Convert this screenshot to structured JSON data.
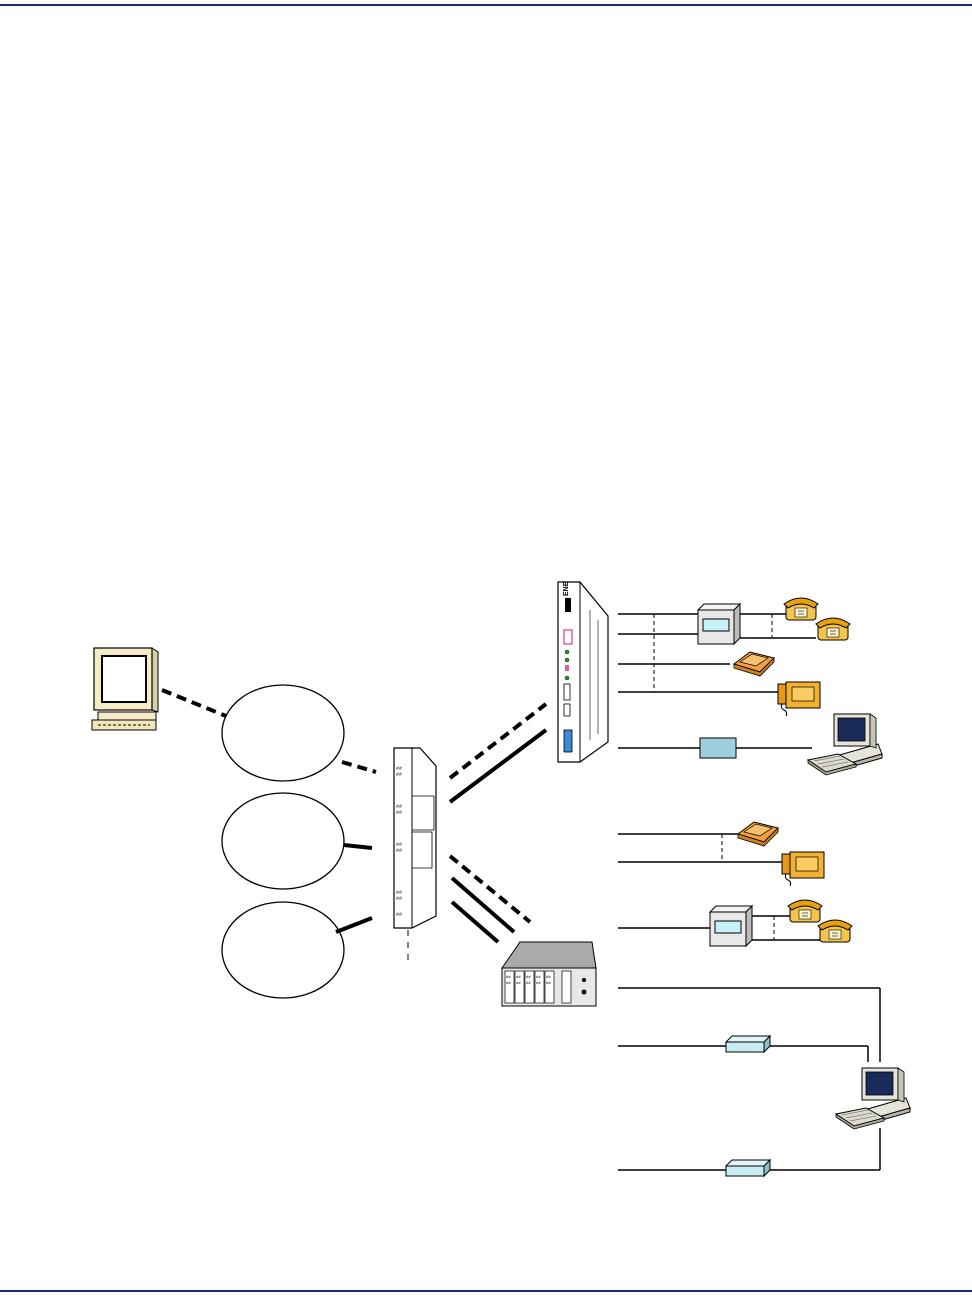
{
  "page": {
    "header_rule_color": "#1b2a6b",
    "footer_rule_color": "#1b2a6b"
  },
  "diagram": {
    "nodes": [
      {
        "id": "management-terminal",
        "kind": "terminal",
        "icon": "crt-terminal-icon"
      },
      {
        "id": "network-cloud-1",
        "kind": "ellipse",
        "label": ""
      },
      {
        "id": "network-cloud-2",
        "kind": "ellipse",
        "label": ""
      },
      {
        "id": "network-cloud-3",
        "kind": "ellipse",
        "label": ""
      },
      {
        "id": "central-node",
        "kind": "rack-unit",
        "icon": "tall-chassis-icon"
      },
      {
        "id": "remote-chassis-tall",
        "kind": "rack-unit",
        "icon": "tall-chassis-icon"
      },
      {
        "id": "remote-chassis-shelf",
        "kind": "shelf",
        "icon": "card-shelf-icon"
      },
      {
        "id": "pbx-1",
        "kind": "pbx",
        "icon": "pbx-box-icon"
      },
      {
        "id": "pbx-2",
        "kind": "pbx",
        "icon": "pbx-box-icon"
      },
      {
        "id": "modems",
        "kind": "modem",
        "icon": "modem-icon"
      },
      {
        "id": "phones",
        "kind": "phone",
        "icon": "telephone-icon"
      },
      {
        "id": "workstations",
        "kind": "computer",
        "icon": "desktop-computer-icon"
      }
    ],
    "colors": {
      "line": "#000000",
      "cloud_fill": "#ffffff",
      "terminal_body": "#f5ecc6",
      "chassis": "#ffffff",
      "pbx_body": "#e8e8e8",
      "pbx_screen": "#c8f0f8",
      "modem": "#c8ecf4",
      "phone_dark": "#e6a012",
      "phone_light": "#f4c44c",
      "computer_body": "#e6e4d8",
      "computer_screen": "#1a2a5a",
      "pink_led": "#e0609a",
      "blue_port": "#3a8ad8",
      "green_led": "#2a9a2a"
    }
  }
}
